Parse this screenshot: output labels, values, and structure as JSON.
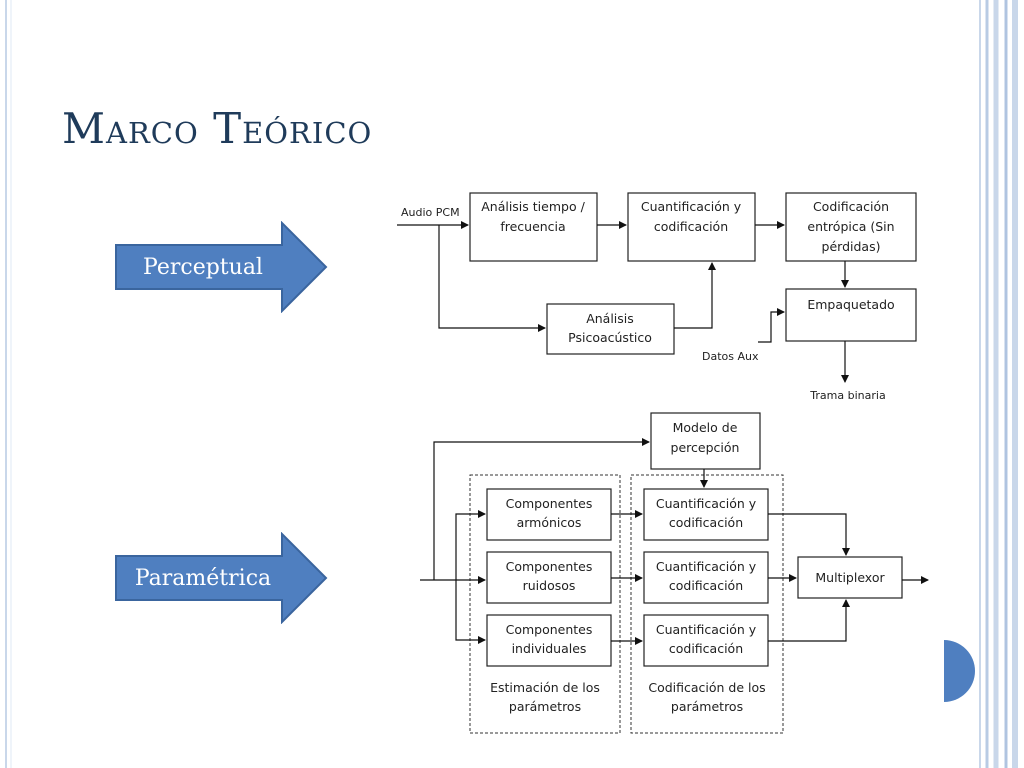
{
  "slide": {
    "title": "Marco Teórico",
    "perceptual_label": "Perceptual",
    "parametric_label": "Paramétrica"
  },
  "diagram_top": {
    "input": "Audio PCM",
    "box_analysis": [
      "Análisis tiempo /",
      "frecuencia"
    ],
    "box_quant": [
      "Cuantificación y",
      "codificación"
    ],
    "box_entropy": [
      "Codificación",
      "entrópica (Sin",
      "pérdidas)"
    ],
    "box_psycho": [
      "Análisis",
      "Psicoacústico"
    ],
    "box_pack": "Empaquetado",
    "aux": "Datos Aux",
    "output": "Trama binaria"
  },
  "diagram_bottom": {
    "box_model": [
      "Modelo de",
      "percepción"
    ],
    "comp_harm": [
      "Componentes",
      "armónicos"
    ],
    "comp_noise": [
      "Componentes",
      "ruidosos"
    ],
    "comp_ind": [
      "Componentes",
      "individuales"
    ],
    "quant": [
      "Cuantificación y",
      "codificación"
    ],
    "mux": "Multiplexor",
    "group_estimation": [
      "Estimación de los",
      "parámetros"
    ],
    "group_coding": [
      "Codificación de los",
      "parámetros"
    ]
  },
  "colors": {
    "arrow_fill": "#4f7fc0",
    "arrow_stroke": "#3a659e",
    "title": "#1f3b5a",
    "right_border": "#b8cbe4"
  }
}
